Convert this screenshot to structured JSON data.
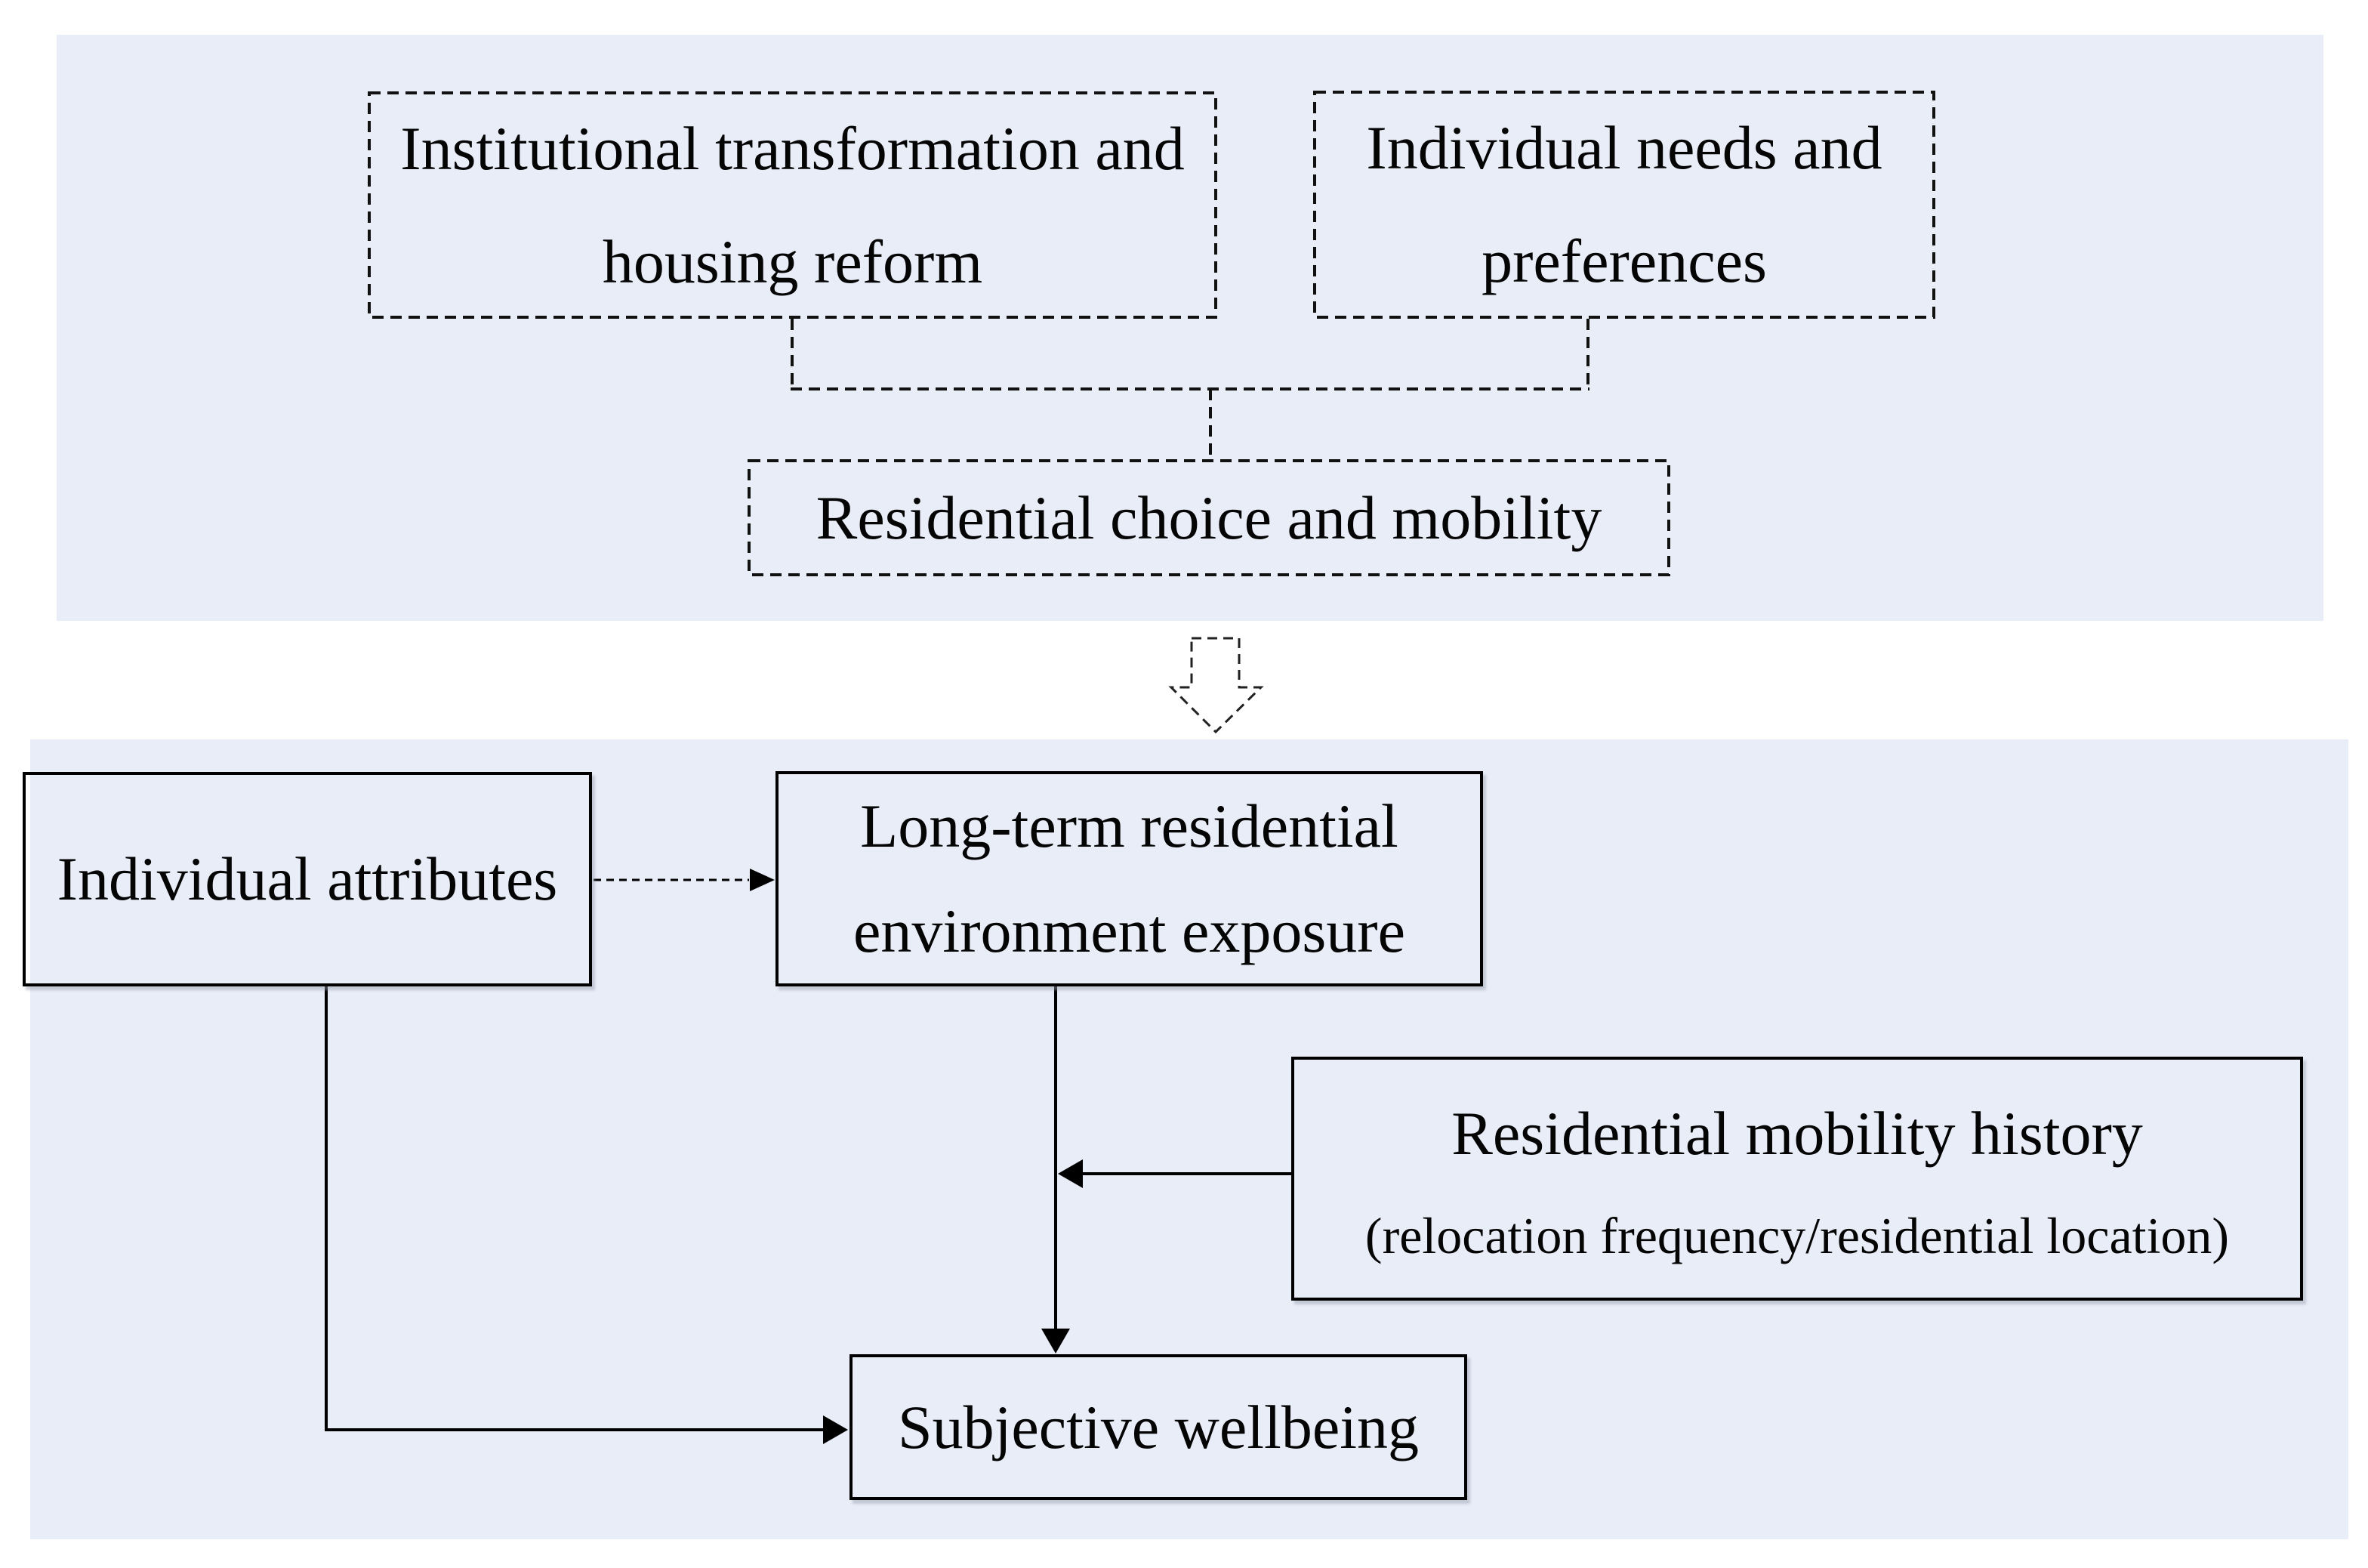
{
  "top_panel": {
    "box_institutional": {
      "line1": "Institutional transformation and",
      "line2": "housing reform"
    },
    "box_needs": {
      "line1": "Individual needs and",
      "line2": "preferences"
    },
    "box_choice": {
      "label": "Residential choice and mobility"
    }
  },
  "bottom_panel": {
    "box_attributes": {
      "label": "Individual attributes"
    },
    "box_exposure": {
      "line1": "Long-term residential",
      "line2": "environment exposure"
    },
    "box_mobility": {
      "line1": "Residential mobility history",
      "line2": "(relocation frequency/residential location)"
    },
    "box_wellbeing": {
      "label": "Subjective wellbeing"
    }
  },
  "colors": {
    "panel_bg": "#e8edf7",
    "line_color": "#000000",
    "page_bg": "#ffffff"
  }
}
